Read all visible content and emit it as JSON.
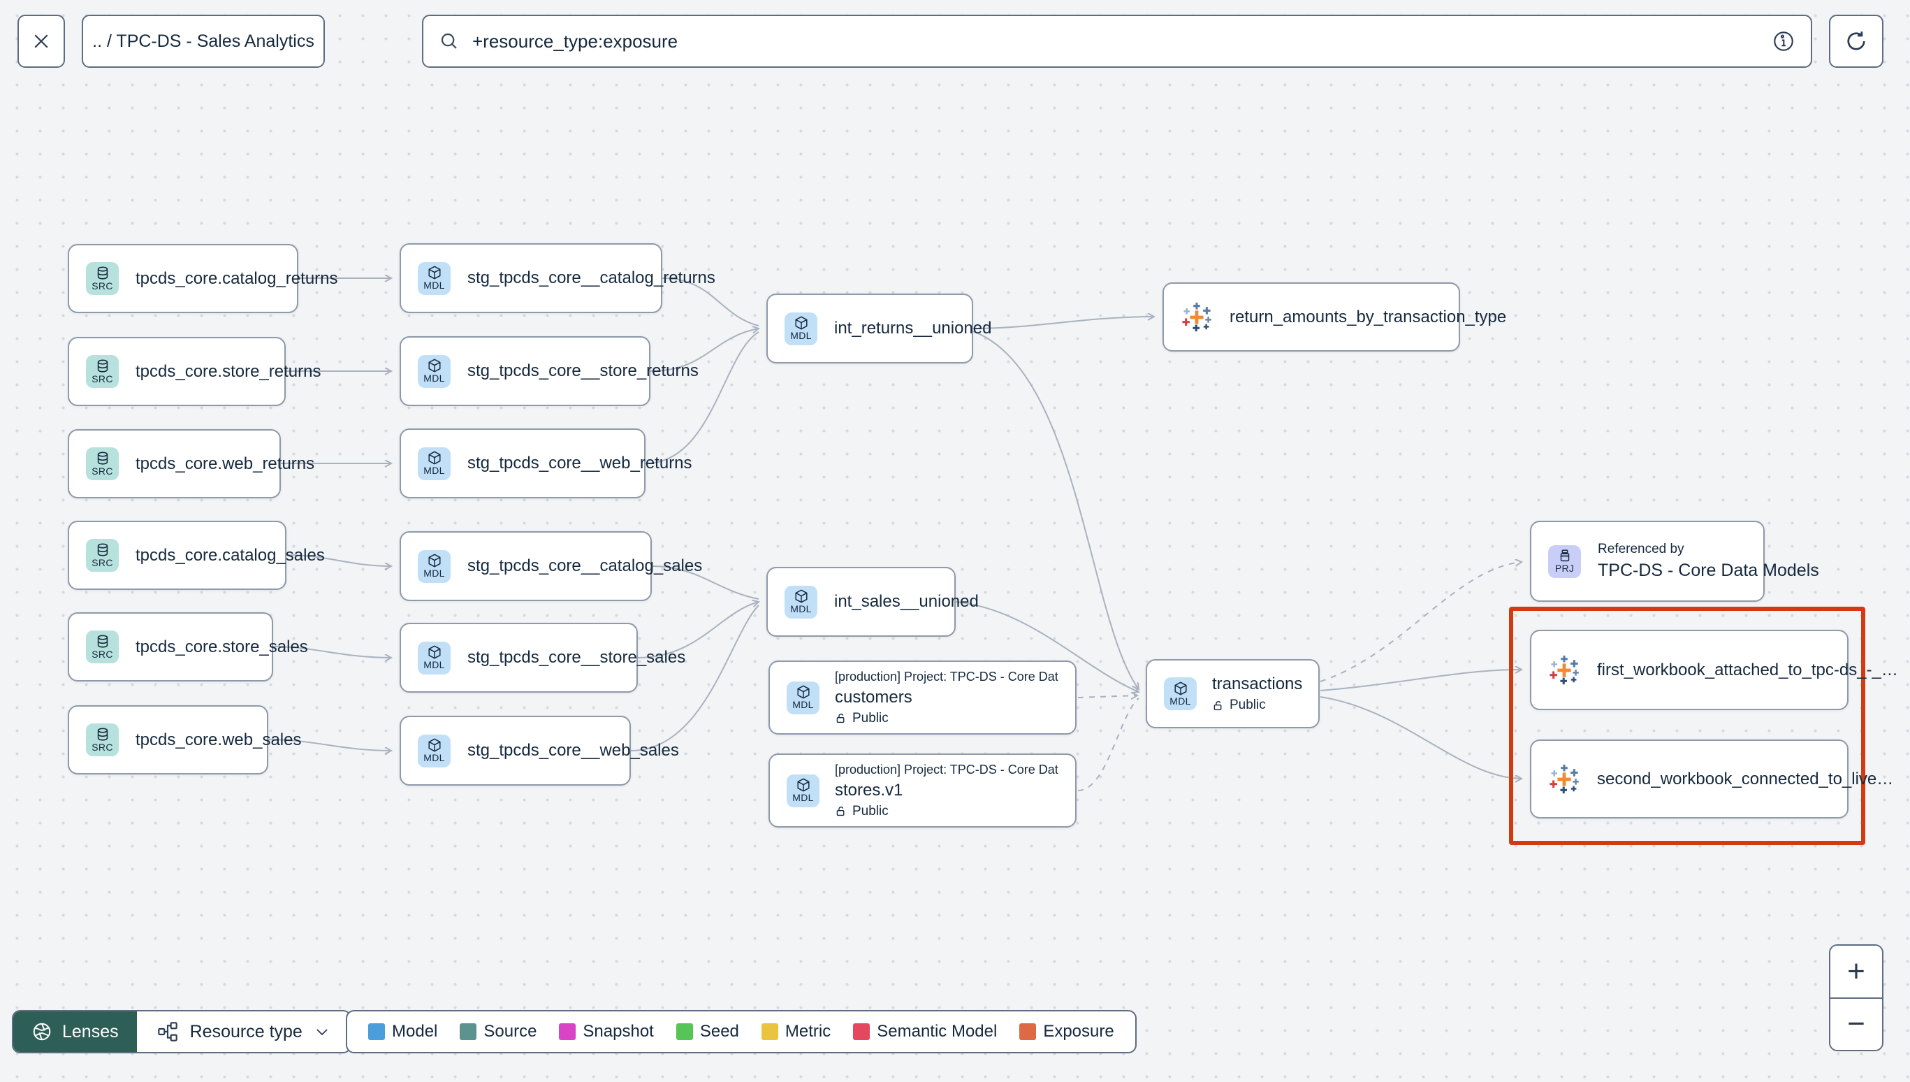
{
  "header": {
    "breadcrumb": ".. / TPC-DS - Sales Analytics",
    "search": {
      "value": "+resource_type:exposure"
    }
  },
  "nodes": {
    "src_catalog_returns": {
      "badge": "SRC",
      "label": "tpcds_core.catalog_returns"
    },
    "src_store_returns": {
      "badge": "SRC",
      "label": "tpcds_core.store_returns"
    },
    "src_web_returns": {
      "badge": "SRC",
      "label": "tpcds_core.web_returns"
    },
    "src_catalog_sales": {
      "badge": "SRC",
      "label": "tpcds_core.catalog_sales"
    },
    "src_store_sales": {
      "badge": "SRC",
      "label": "tpcds_core.store_sales"
    },
    "src_web_sales": {
      "badge": "SRC",
      "label": "tpcds_core.web_sales"
    },
    "stg_catalog_returns": {
      "badge": "MDL",
      "label": "stg_tpcds_core__catalog_returns"
    },
    "stg_store_returns": {
      "badge": "MDL",
      "label": "stg_tpcds_core__store_returns"
    },
    "stg_web_returns": {
      "badge": "MDL",
      "label": "stg_tpcds_core__web_returns"
    },
    "stg_catalog_sales": {
      "badge": "MDL",
      "label": "stg_tpcds_core__catalog_sales"
    },
    "stg_store_sales": {
      "badge": "MDL",
      "label": "stg_tpcds_core__store_sales"
    },
    "stg_web_sales": {
      "badge": "MDL",
      "label": "stg_tpcds_core__web_sales"
    },
    "int_returns": {
      "badge": "MDL",
      "label": "int_returns__unioned"
    },
    "int_sales": {
      "badge": "MDL",
      "label": "int_sales__unioned"
    },
    "exposure_returns": {
      "label": "return_amounts_by_transaction_type"
    },
    "customers": {
      "badge": "MDL",
      "project": "[production] Project: TPC-DS - Core Data Mo…",
      "label": "customers",
      "access": "Public"
    },
    "stores": {
      "badge": "MDL",
      "project": "[production] Project: TPC-DS - Core Data Mo…",
      "label": "stores.v1",
      "access": "Public"
    },
    "transactions": {
      "badge": "MDL",
      "label": "transactions",
      "access": "Public"
    },
    "referenced_by": {
      "badge": "PRJ",
      "title": "Referenced by",
      "label": "TPC-DS - Core Data Models"
    },
    "workbook_first": {
      "label": "first_workbook_attached_to_tpc-ds_-_…"
    },
    "workbook_second": {
      "label": "second_workbook_connected_to_live…"
    }
  },
  "legend": {
    "items": [
      {
        "label": "Model",
        "color": "#4a9eda"
      },
      {
        "label": "Source",
        "color": "#5c938e"
      },
      {
        "label": "Snapshot",
        "color": "#d943c6"
      },
      {
        "label": "Seed",
        "color": "#56c456"
      },
      {
        "label": "Metric",
        "color": "#eac33f"
      },
      {
        "label": "Semantic Model",
        "color": "#e5485e"
      },
      {
        "label": "Exposure",
        "color": "#dd6a45"
      }
    ]
  },
  "footer": {
    "lenses_label": "Lenses",
    "resource_type_label": "Resource type"
  },
  "zoom_controls": {
    "zoom_in": "+",
    "zoom_out": "−"
  }
}
